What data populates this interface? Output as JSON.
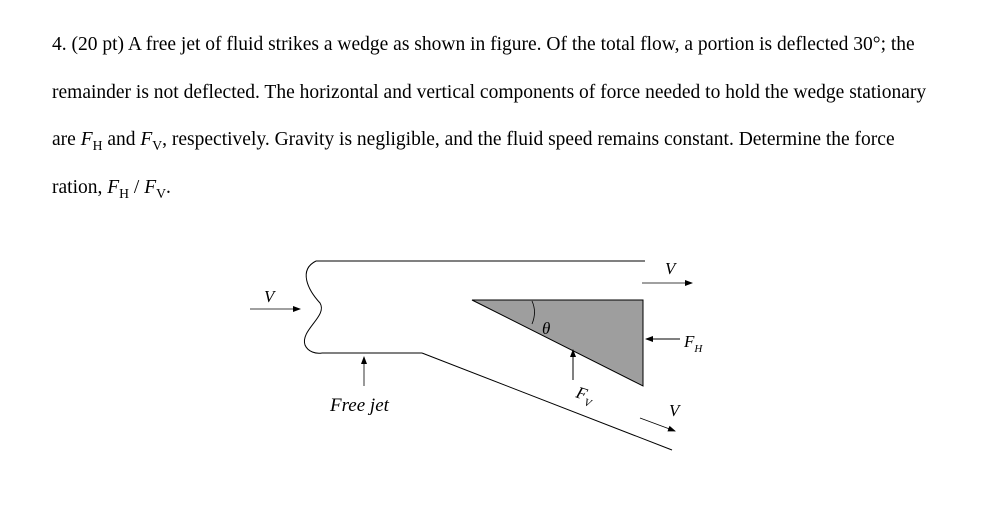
{
  "problem": {
    "number": "4.",
    "points": "(20 pt)",
    "text_1": "A free jet of fluid strikes a wedge as shown in figure. Of the total flow, a portion is deflected 30°; the remainder is not deflected. The horizontal and vertical components of force needed to hold the wedge stationary are",
    "fh_main": "F",
    "fh_sub": "H",
    "text_and": "and",
    "fv_main": "F",
    "fv_sub": "V",
    "text_2": ", respectively. Gravity is negligible, and the fluid speed remains constant. Determine the force ration,",
    "text_slash": "/",
    "text_end": "."
  },
  "figure": {
    "label_v_inlet": "V",
    "label_v_top": "V",
    "label_v_bottom": "V",
    "label_theta": "θ",
    "label_fh_main": "F",
    "label_fh_sub": "H",
    "label_fv_main": "F",
    "label_fv_sub": "V",
    "label_free_jet": "Free jet",
    "wedge_color": "#9e9e9e"
  }
}
